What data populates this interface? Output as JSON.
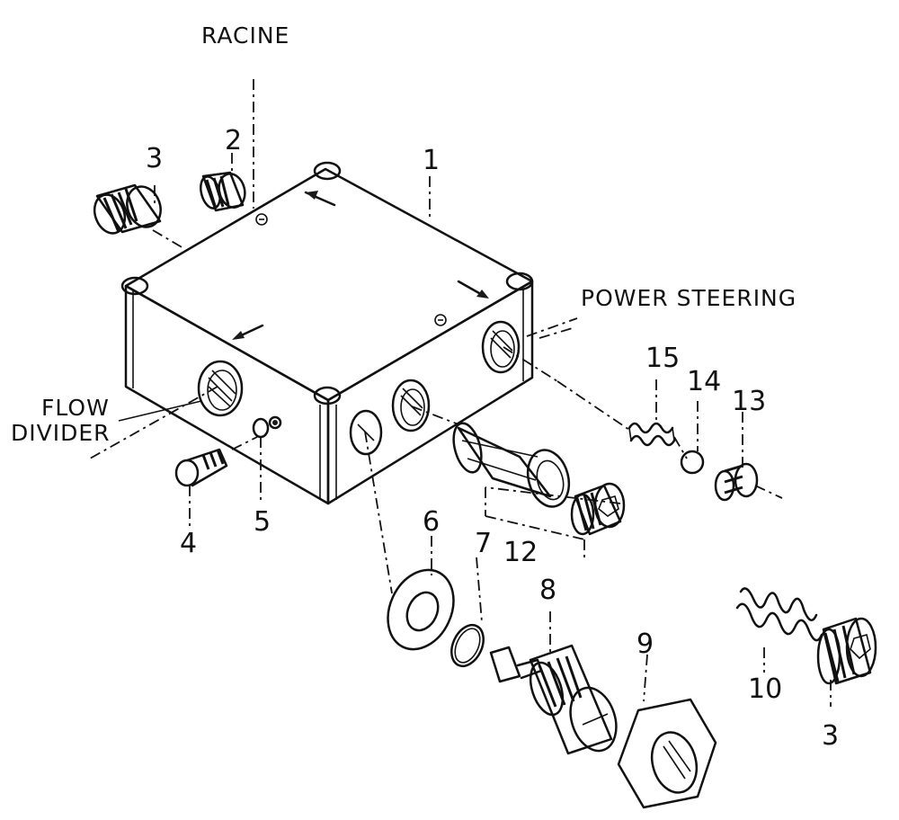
{
  "labels": {
    "racine": "RACINE",
    "power_steering": "POWER STEERING",
    "flow": "FLOW",
    "divider": "DIVIDER"
  },
  "parts": {
    "p1": "1",
    "p2": "2",
    "p3a": "3",
    "p3b": "3",
    "p4": "4",
    "p5": "5",
    "p6": "6",
    "p7": "7",
    "p8": "8",
    "p9": "9",
    "p10": "10",
    "p12": "12",
    "p13": "13",
    "p14": "14",
    "p15": "15"
  }
}
